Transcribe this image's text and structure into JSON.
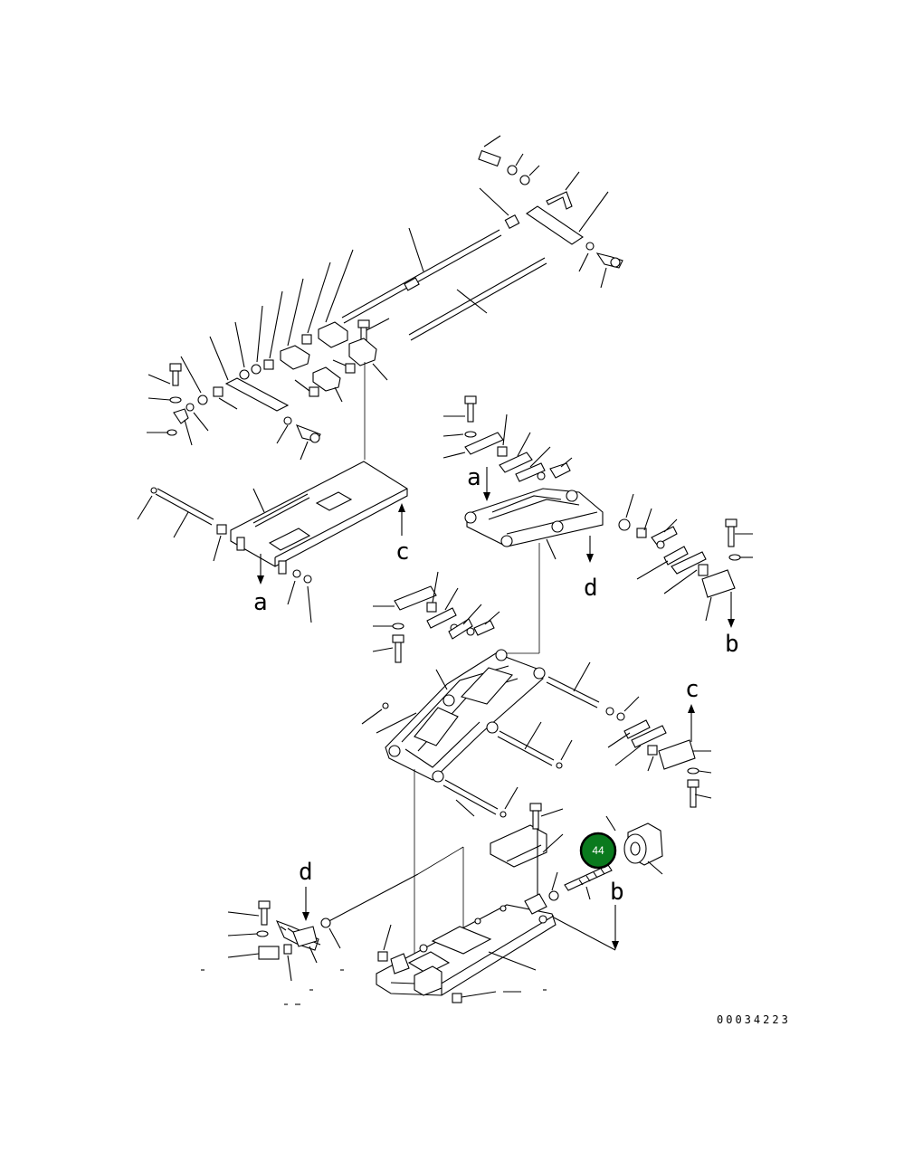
{
  "drawing": {
    "code": "00034223",
    "callout": {
      "number": "44",
      "color": "#0a7a1e",
      "ring": "#000000"
    },
    "view_letters": {
      "a_top": "a",
      "a_left": "a",
      "b_right": "b",
      "b_bottom": "b",
      "c_left": "c",
      "c_right": "c",
      "d_right": "d",
      "d_bottom": "d"
    }
  }
}
